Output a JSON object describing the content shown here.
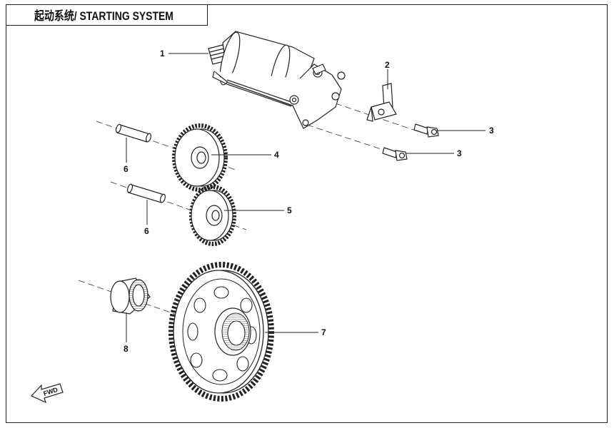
{
  "title": "起动系统/ STARTING SYSTEM",
  "fwd_label": "FWD",
  "callouts": {
    "c1": "1",
    "c2": "2",
    "c3a": "3",
    "c3b": "3",
    "c4": "4",
    "c5": "5",
    "c6a": "6",
    "c6b": "6",
    "c7": "7",
    "c8": "8"
  },
  "parts": [
    {
      "number": "1",
      "icon": "starter-motor-icon"
    },
    {
      "number": "2",
      "icon": "bracket-icon"
    },
    {
      "number": "3",
      "icon": "bolt-icon"
    },
    {
      "number": "4",
      "icon": "gear-icon"
    },
    {
      "number": "5",
      "icon": "gear-icon"
    },
    {
      "number": "6",
      "icon": "pin-shaft-icon"
    },
    {
      "number": "7",
      "icon": "large-gear-icon"
    },
    {
      "number": "8",
      "icon": "needle-bearing-icon"
    }
  ]
}
